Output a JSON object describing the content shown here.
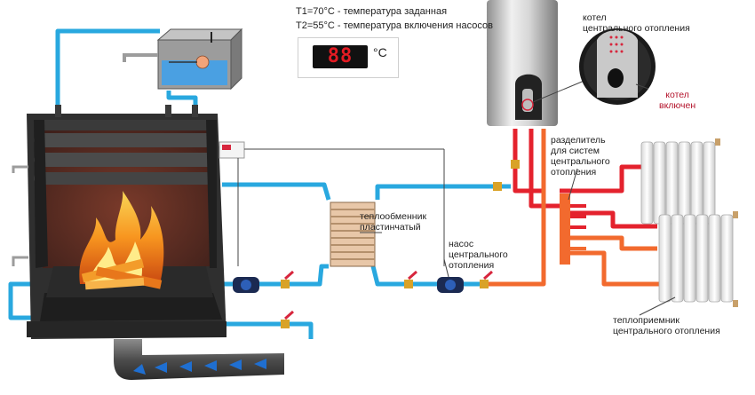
{
  "legend": {
    "t1": "T1=70°C - температура заданная",
    "t2": "T2=55°C - температура включения насосов"
  },
  "display": {
    "value": "88",
    "unit": "°C"
  },
  "labels": {
    "boiler_line1": "котел",
    "boiler_line2": "центрального отопления",
    "boiler_on_line1": "котел",
    "boiler_on_line2": "включен",
    "manifold_line1": "разделитель",
    "manifold_line2": "для систем",
    "manifold_line3": "центрального",
    "manifold_line4": "отопления",
    "exchanger_line1": "теплообменник",
    "exchanger_line2": "пластинчатый",
    "pump_line1": "насос",
    "pump_line2": "центрального",
    "pump_line3": "отопления",
    "radiator_line1": "теплоприемник",
    "radiator_line2": "центрального отопления"
  },
  "colors": {
    "cold_pipe": "#29a8df",
    "hot_pipe": "#e4222d",
    "warm_pipe": "#f26a2e",
    "air_arrow": "#1f6fd1",
    "boiler_on_text": "#b3122a"
  }
}
